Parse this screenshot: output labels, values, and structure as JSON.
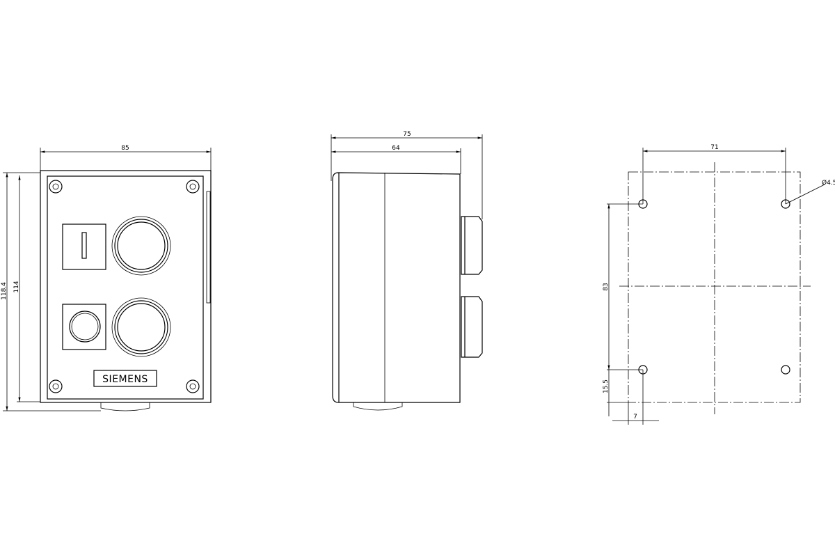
{
  "front_view": {
    "width_label": "85",
    "overall_height_label": "118.4",
    "height_label": "114",
    "logo_text": "SIEMENS",
    "switch_symbol": "I"
  },
  "side_view": {
    "overall_depth_label": "75",
    "depth_label": "64"
  },
  "mounting_view": {
    "hole_spacing_x_label": "71",
    "hole_spacing_y_label": "83",
    "hole_diameter_label": "Ø4.5",
    "edge_offset_y_label": "15.5",
    "edge_offset_x_label": "7"
  }
}
